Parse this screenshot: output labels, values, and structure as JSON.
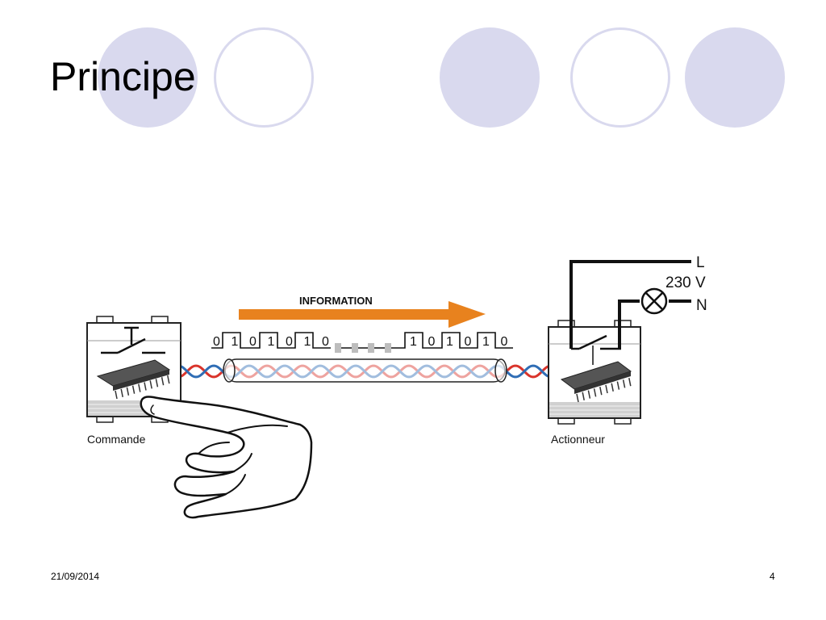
{
  "slide": {
    "title": "Principe",
    "footer": {
      "date": "21/09/2014",
      "page_number": "4"
    }
  },
  "diagram": {
    "arrow_label": "INFORMATION",
    "left_device_label": "Commande",
    "right_device_label": "Actionneur",
    "signal_left_bits": [
      "0",
      "1",
      "0",
      "1",
      "0",
      "1",
      "0"
    ],
    "signal_right_bits": [
      "1",
      "0",
      "1",
      "0",
      "1",
      "0"
    ],
    "line_L_label": "L",
    "voltage_label": "230 V",
    "line_N_label": "N"
  },
  "colors": {
    "decor_circle": "#d9d9ee",
    "arrow_orange": "#e8821e",
    "wire_red": "#d9342b",
    "wire_blue": "#2f6db5"
  },
  "icons": [
    "pointing-hand-icon",
    "lamp-icon",
    "chip-icon",
    "switch-icon"
  ]
}
